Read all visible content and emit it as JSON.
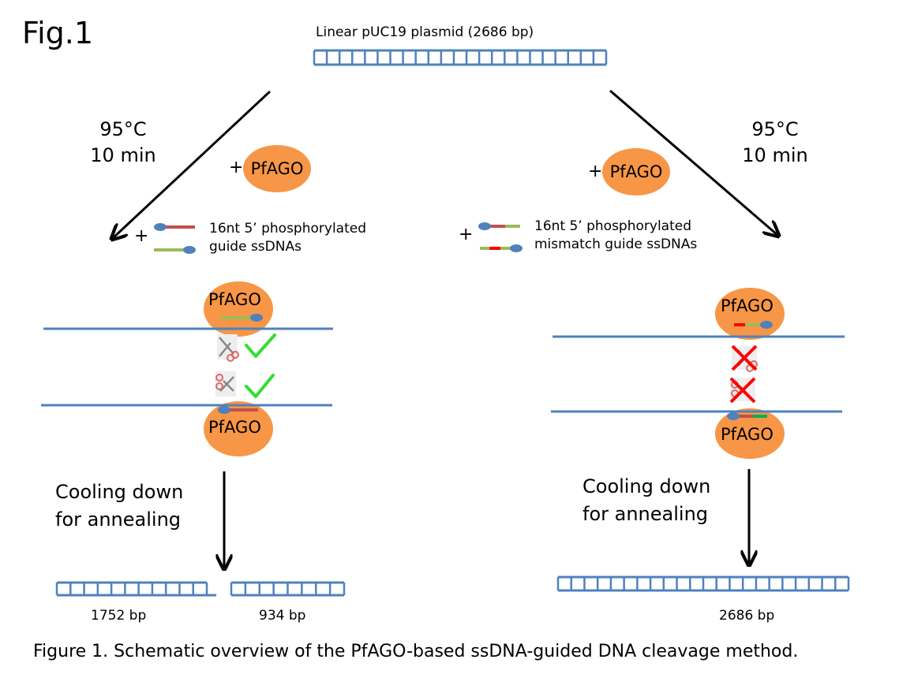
{
  "figure_label": "Fig.1",
  "top": {
    "plasmid_title": "Linear pUC19 plasmid (2686 bp)"
  },
  "left": {
    "condition_temp": "95°C",
    "condition_time": "10 min",
    "enzyme_label": "PfAGO",
    "plus": "+",
    "guide_line1": "16nt 5’ phosphorylated",
    "guide_line2": "guide ssDNAs",
    "complex_top_label": "PfAGO",
    "complex_bottom_label": "PfAGO",
    "cooling_line1": "Cooling down",
    "cooling_line2": "for annealing",
    "fragment1": "1752 bp",
    "fragment2": "934 bp"
  },
  "right": {
    "condition_temp": "95°C",
    "condition_time": "10 min",
    "enzyme_label": "PfAGO",
    "plus": "+",
    "guide_line1": "16nt 5’ phosphorylated",
    "guide_line2": "mismatch guide ssDNAs",
    "complex_top_label": "PfAGO",
    "complex_bottom_label": "PfAGO",
    "cooling_line1": "Cooling down",
    "cooling_line2": "for annealing",
    "product": "2686 bp"
  },
  "caption": "Figure 1. Schematic overview of the PfAGO-based ssDNA-guided DNA cleavage method.",
  "colors": {
    "dna": "#4f81bd",
    "protein": "#f79646",
    "guide_red": "#c0504d",
    "guide_green": "#9bbb59",
    "mismatch_red": "#ff0000",
    "mismatch_green": "#00b050",
    "check": "#33dd33",
    "cross": "#ff0000",
    "scissors": "#e06666"
  }
}
